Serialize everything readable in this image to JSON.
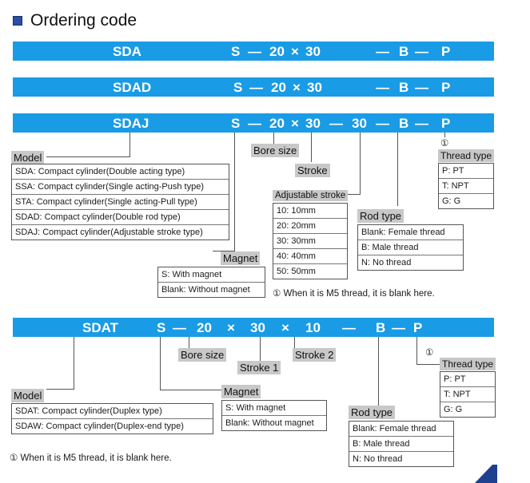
{
  "title": "Ordering code",
  "bars": {
    "sda": {
      "model": "SDA",
      "s": "S",
      "dash1": "—",
      "bore": "20",
      "x": "×",
      "stroke": "30",
      "dash2": "—",
      "rod": "B",
      "dash3": "—",
      "thread": "P"
    },
    "sdad": {
      "model": "SDAD",
      "s": "S",
      "dash1": "—",
      "bore": "20",
      "x": "×",
      "stroke": "30",
      "dash2": "—",
      "rod": "B",
      "dash3": "—",
      "thread": "P"
    },
    "sdaj": {
      "model": "SDAJ",
      "s": "S",
      "dash1": "—",
      "bore": "20",
      "x": "×",
      "stroke": "30",
      "dash_adj": "—",
      "adj": "30",
      "dash2": "—",
      "rod": "B",
      "dash3": "—",
      "thread": "P"
    },
    "sdat": {
      "model": "SDAT",
      "s": "S",
      "dash1": "—",
      "bore": "20",
      "x1": "×",
      "stroke1": "30",
      "x2": "×",
      "stroke2": "10",
      "dash2": "—",
      "rod": "B",
      "dash3": "—",
      "thread": "P"
    }
  },
  "section1": {
    "model_label": "Model",
    "models": [
      "SDA: Compact cylinder(Double acting type)",
      "SSA: Compact cylinder(Single acting-Push type)",
      "STA: Compact cylinder(Single acting-Pull type)",
      "SDAD: Compact cylinder(Double rod type)",
      "SDAJ: Compact cylinder(Adjustable stroke type)"
    ],
    "bore_label": "Bore size",
    "stroke_label": "Stroke",
    "adj_label": "Adjustable stroke",
    "adj_items": [
      "10: 10mm",
      "20: 20mm",
      "30: 30mm",
      "40: 40mm",
      "50: 50mm"
    ],
    "magnet_label": "Magnet",
    "magnet_items": [
      "S: With magnet",
      "Blank: Without magnet"
    ],
    "rod_label": "Rod type",
    "rod_items": [
      "Blank: Female thread",
      "B: Male thread",
      "N: No thread"
    ],
    "thread_mark": "①",
    "thread_label": "Thread type",
    "thread_items": [
      "P: PT",
      "T: NPT",
      "G: G"
    ],
    "note": "① When it is M5 thread, it is blank here."
  },
  "section2": {
    "model_label": "Model",
    "models": [
      "SDAT: Compact cylinder(Duplex type)",
      "SDAW: Compact cylinder(Duplex-end type)"
    ],
    "bore_label": "Bore size",
    "stroke1_label": "Stroke 1",
    "stroke2_label": "Stroke 2",
    "magnet_label": "Magnet",
    "magnet_items": [
      "S: With magnet",
      "Blank: Without magnet"
    ],
    "rod_label": "Rod type",
    "rod_items": [
      "Blank: Female thread",
      "B: Male thread",
      "N: No thread"
    ],
    "thread_mark": "①",
    "thread_label": "Thread type",
    "thread_items": [
      "P: PT",
      "T: NPT",
      "G: G"
    ],
    "note": "① When it is M5 thread, it is blank here."
  },
  "colors": {
    "bar": "#1a9be6",
    "label_bg": "#c8c8c8",
    "title_square": "#2b4ea2"
  }
}
